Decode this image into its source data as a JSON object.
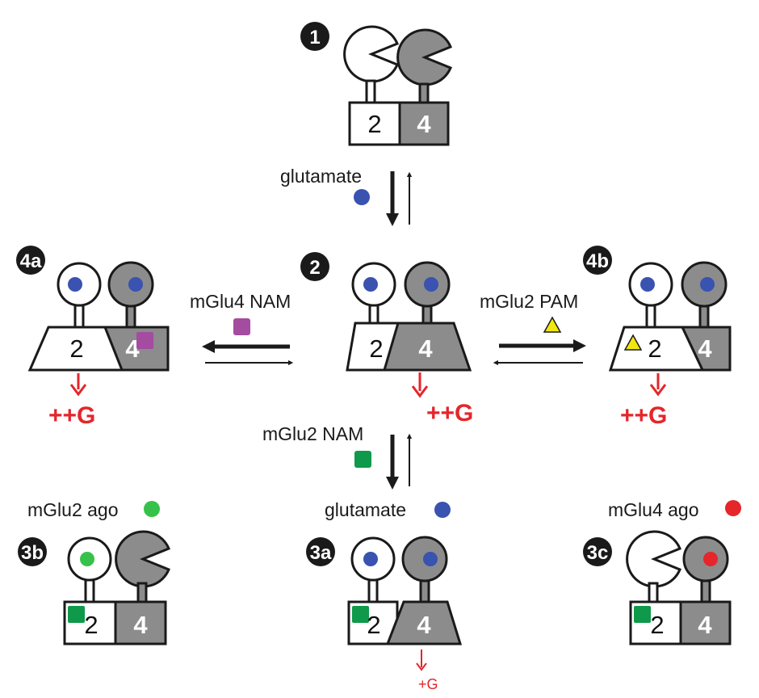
{
  "colors": {
    "outline": "#1a1a1a",
    "subunit_gray": "#8c8c8c",
    "glutamate_blue": "#3a52b0",
    "nam_purple": "#a34ca0",
    "pam_yellow": "#f2e610",
    "mglu2_nam_green": "#0e9a4a",
    "mglu2_ago_green": "#36c24a",
    "mglu4_ago_red": "#e5262b",
    "gprotein_red": "#e4262b"
  },
  "states": {
    "s1": {
      "badge": "1",
      "sub_a": "2",
      "sub_b": "4"
    },
    "s2": {
      "badge": "2",
      "sub_a": "2",
      "sub_b": "4",
      "gprotein": "++G"
    },
    "s3a": {
      "badge": "3a",
      "sub_a": "2",
      "sub_b": "4",
      "gprotein": "+G",
      "ligand_label": "glutamate"
    },
    "s3b": {
      "badge": "3b",
      "sub_a": "2",
      "sub_b": "4",
      "ligand_label": "mGlu2 ago"
    },
    "s3c": {
      "badge": "3c",
      "sub_a": "2",
      "sub_b": "4",
      "ligand_label": "mGlu4 ago"
    },
    "s4a": {
      "badge": "4a",
      "sub_a": "2",
      "sub_b": "4",
      "gprotein": "++G"
    },
    "s4b": {
      "badge": "4b",
      "sub_a": "2",
      "sub_b": "4",
      "gprotein": "++G"
    }
  },
  "transitions": {
    "glutamate": "glutamate",
    "mglu4_nam": "mGlu4 NAM",
    "mglu2_pam": "mGlu2 PAM",
    "mglu2_nam": "mGlu2 NAM"
  }
}
